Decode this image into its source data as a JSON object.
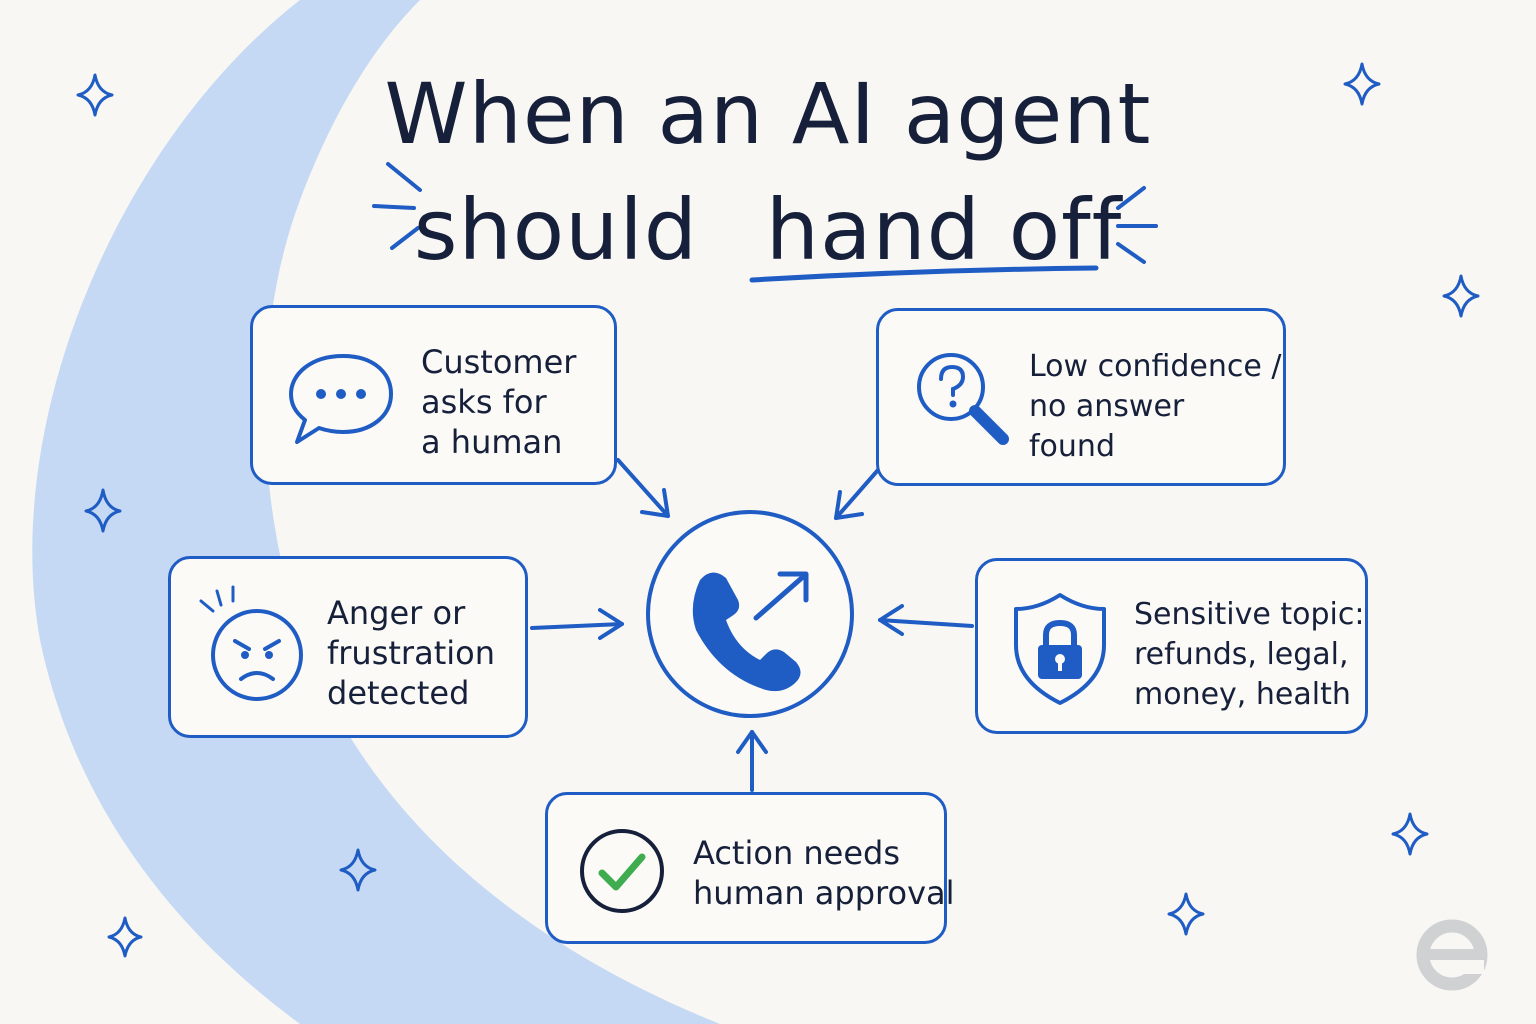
{
  "title": {
    "line1": "When an AI agent",
    "line2_plain": "should",
    "line2_emphasis": "hand off"
  },
  "triggers": {
    "customer_asks": {
      "line1": "Customer",
      "line2": "asks for",
      "line3": "a human"
    },
    "low_confidence": {
      "line1": "Low confidence /",
      "line2": "no answer",
      "line3": "found"
    },
    "anger": {
      "line1": "Anger or",
      "line2": "frustration",
      "line3": "detected"
    },
    "sensitive": {
      "line1": "Sensitive topic:",
      "line2": "refunds, legal,",
      "line3": "money, health"
    },
    "approval": {
      "line1": "Action needs",
      "line2": "human approval"
    }
  },
  "hub": {
    "icon": "phone-transfer-icon"
  },
  "icons": {
    "customer_asks": "speech-bubble-icon",
    "low_confidence": "magnifier-question-icon",
    "anger": "angry-face-icon",
    "sensitive": "shield-lock-icon",
    "approval": "checkmark-circle-icon",
    "corner": "logo-e"
  },
  "colors": {
    "accent": "#1f5cc4",
    "background": "#f8f7f3",
    "swoosh": "#c5d9f4",
    "check": "#3fad4f",
    "text": "#16203a"
  }
}
